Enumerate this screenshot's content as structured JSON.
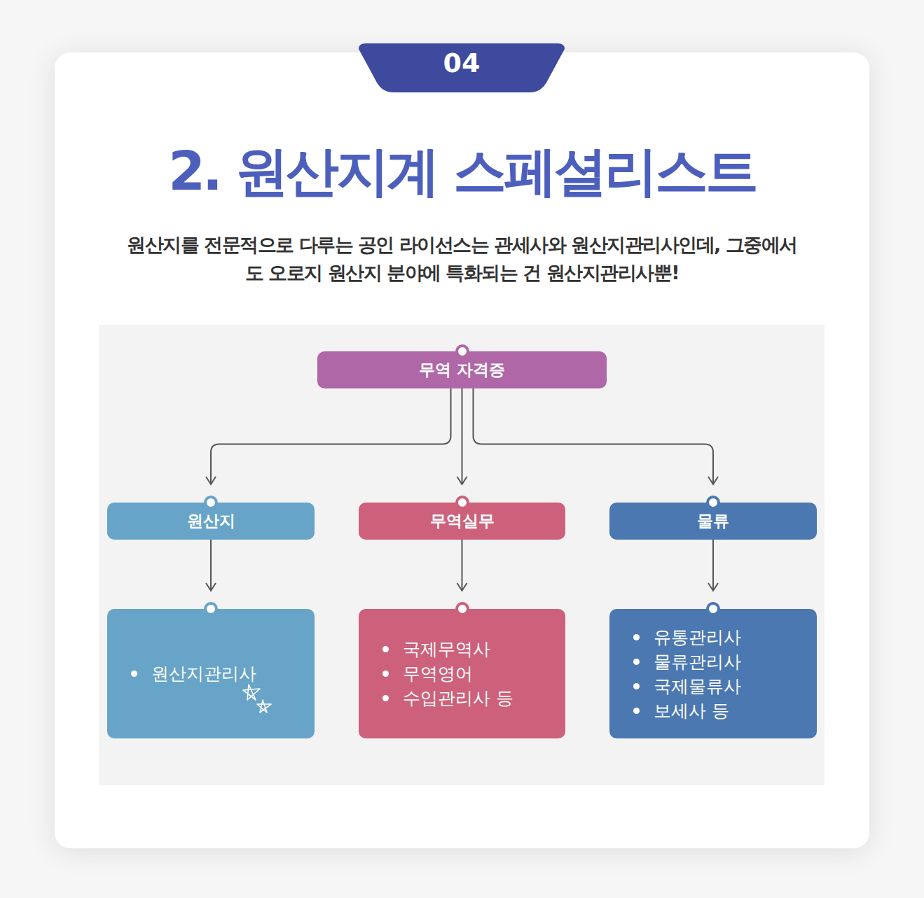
{
  "diagram": {
    "title": "2. 원산지계 스페셜리스트",
    "caption": "원산지를 전문적으로 다루는 공인 라이선스는 관세사와 원산지관리사인데, 그중에서도 오로지 원산지 분야에 특화되는 건 원산지관리사뿐!",
    "nodes": [
      {
        "text": [
          "무역 자격증"
        ]
      },
      {
        "text": [
          "원산지"
        ]
      },
      {
        "text": [
          "무역실무"
        ]
      },
      {
        "text": [
          "물류"
        ]
      },
      {
        "text": [
          "원산지관리사"
        ]
      },
      {
        "text": [
          "국제무역사",
          "무역영어",
          "수입관리사 등"
        ]
      },
      {
        "text": [
          "유통관리사",
          "물류관리사",
          "국제물류사",
          "보세사 등"
        ]
      }
    ],
    "edges": [
      {
        "from": 0,
        "to": 1,
        "arrow": "to"
      },
      {
        "from": 0,
        "to": 2,
        "arrow": "to"
      },
      {
        "from": 0,
        "to": 3,
        "arrow": "to"
      },
      {
        "from": 1,
        "to": 4,
        "arrow": "to"
      },
      {
        "from": 2,
        "to": 5,
        "arrow": "to"
      },
      {
        "from": 3,
        "to": 6,
        "arrow": "to"
      }
    ],
    "labels": [
      "04"
    ]
  }
}
